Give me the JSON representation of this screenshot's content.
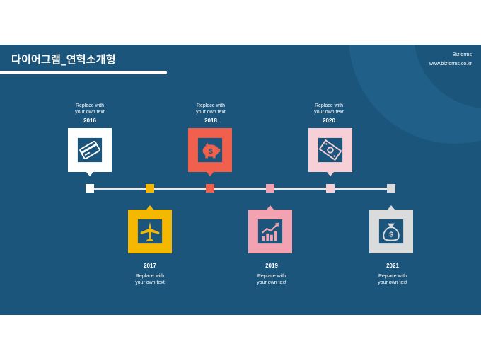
{
  "header": {
    "title": "다이어그램_연혁소개형",
    "brand": "Bizforms",
    "url": "www.bizforms.co.kr"
  },
  "timeline": [
    {
      "year": "2016",
      "line1": "Replace  with",
      "line2": "your own text",
      "icon": "credit-card-icon",
      "color": "#ffffff"
    },
    {
      "year": "2017",
      "line1": "Replace with",
      "line2": "your own text",
      "icon": "airplane-icon",
      "color": "#f5b800"
    },
    {
      "year": "2018",
      "line1": "Replace  with",
      "line2": "your own text",
      "icon": "piggy-bank-icon",
      "color": "#f0604d"
    },
    {
      "year": "2019",
      "line1": "Replace  with",
      "line2": "your own text",
      "icon": "growth-chart-icon",
      "color": "#f2a2b0"
    },
    {
      "year": "2020",
      "line1": "Replace  with",
      "line2": "your own text",
      "icon": "banknote-icon",
      "color": "#f6d0d6"
    },
    {
      "year": "2021",
      "line1": "Replace  with",
      "line2": "your own text",
      "icon": "money-bag-icon",
      "color": "#dadbdd"
    }
  ]
}
